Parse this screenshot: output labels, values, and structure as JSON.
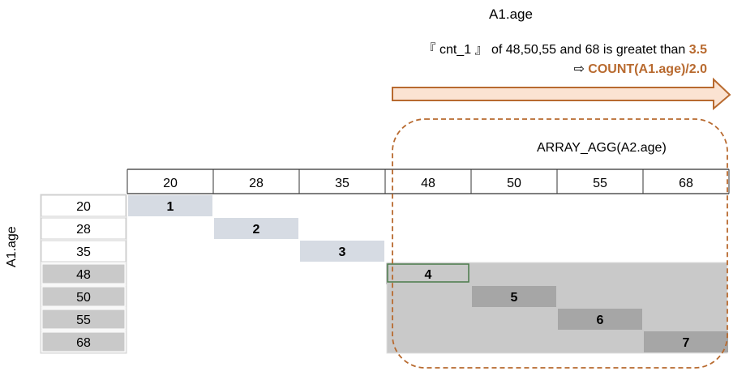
{
  "title": "A1.age",
  "description": {
    "prefix": "『 cnt_1 』 of 48,50,55 and 68 is  greatet than",
    "threshold": "3.5"
  },
  "formula": {
    "arrow": "⇨",
    "text": "COUNT(A1.age)/2.0"
  },
  "array_label": "ARRAY_AGG(A2.age)",
  "row_axis_label": "A1.age",
  "column_headers": [
    "20",
    "28",
    "35",
    "48",
    "50",
    "55",
    "68"
  ],
  "row_headers": [
    "20",
    "28",
    "35",
    "48",
    "50",
    "55",
    "68"
  ],
  "diagonal_counts": [
    "1",
    "2",
    "3",
    "4",
    "5",
    "6",
    "7"
  ],
  "colors": {
    "accent": "#b86a2f",
    "arrow_fill": "#fbe3d2",
    "light_cell": "#d6dbe3",
    "region_gray": "#c9c9c9",
    "dark_cell": "#a6a6a6",
    "highlight_border": "#4a7a4a"
  }
}
